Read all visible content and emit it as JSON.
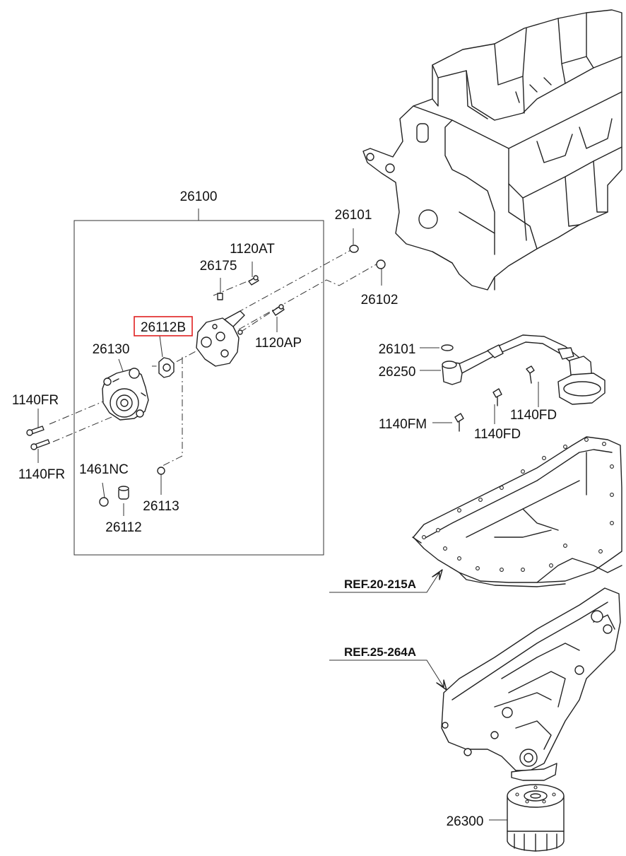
{
  "labels": {
    "p26100": "26100",
    "p26101_top": "26101",
    "p1120AT": "1120AT",
    "p26175": "26175",
    "p26102": "26102",
    "p26112B": "26112B",
    "p1120AP": "1120AP",
    "p26130": "26130",
    "p1140FR_top": "1140FR",
    "p1140FR_bottom": "1140FR",
    "p1461NC": "1461NC",
    "p26113": "26113",
    "p26112": "26112",
    "p26101_mid": "26101",
    "p26250": "26250",
    "p1140FM": "1140FM",
    "p1140FD_a": "1140FD",
    "p1140FD_b": "1140FD",
    "ref_oil_pan": "REF.20-215A",
    "ref_oil_filter_bracket": "REF.25-264A",
    "p26300": "26300"
  },
  "highlight_color": "#e02020"
}
